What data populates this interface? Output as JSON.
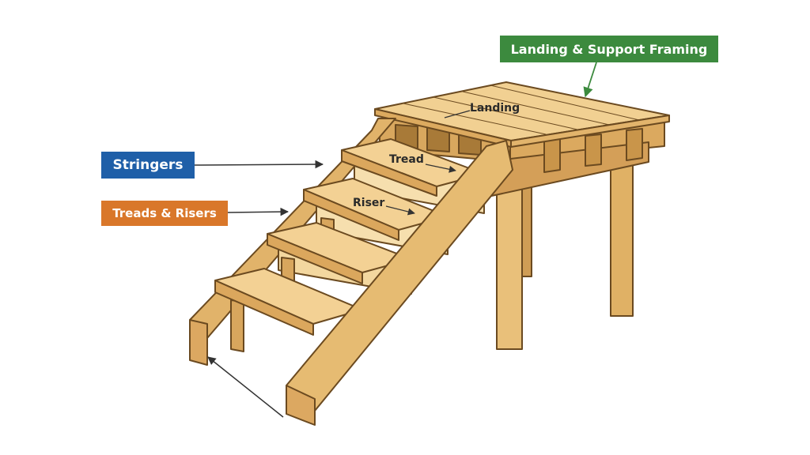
{
  "callouts": {
    "stringers": "Stringers",
    "treads_risers": "Treads & Risers",
    "landing_support": "Landing & Support Framing"
  },
  "inline_labels": {
    "landing": "Landing",
    "tread": "Tread",
    "riser": "Riser"
  },
  "colors": {
    "stringers_box": "#1f5fa8",
    "treads_box": "#d9772a",
    "landing_box": "#3c8a3e",
    "wood_light": "#f3d49a",
    "wood_mid": "#e7bd72",
    "wood_dark": "#c9954a",
    "outline": "#6b4a20"
  }
}
